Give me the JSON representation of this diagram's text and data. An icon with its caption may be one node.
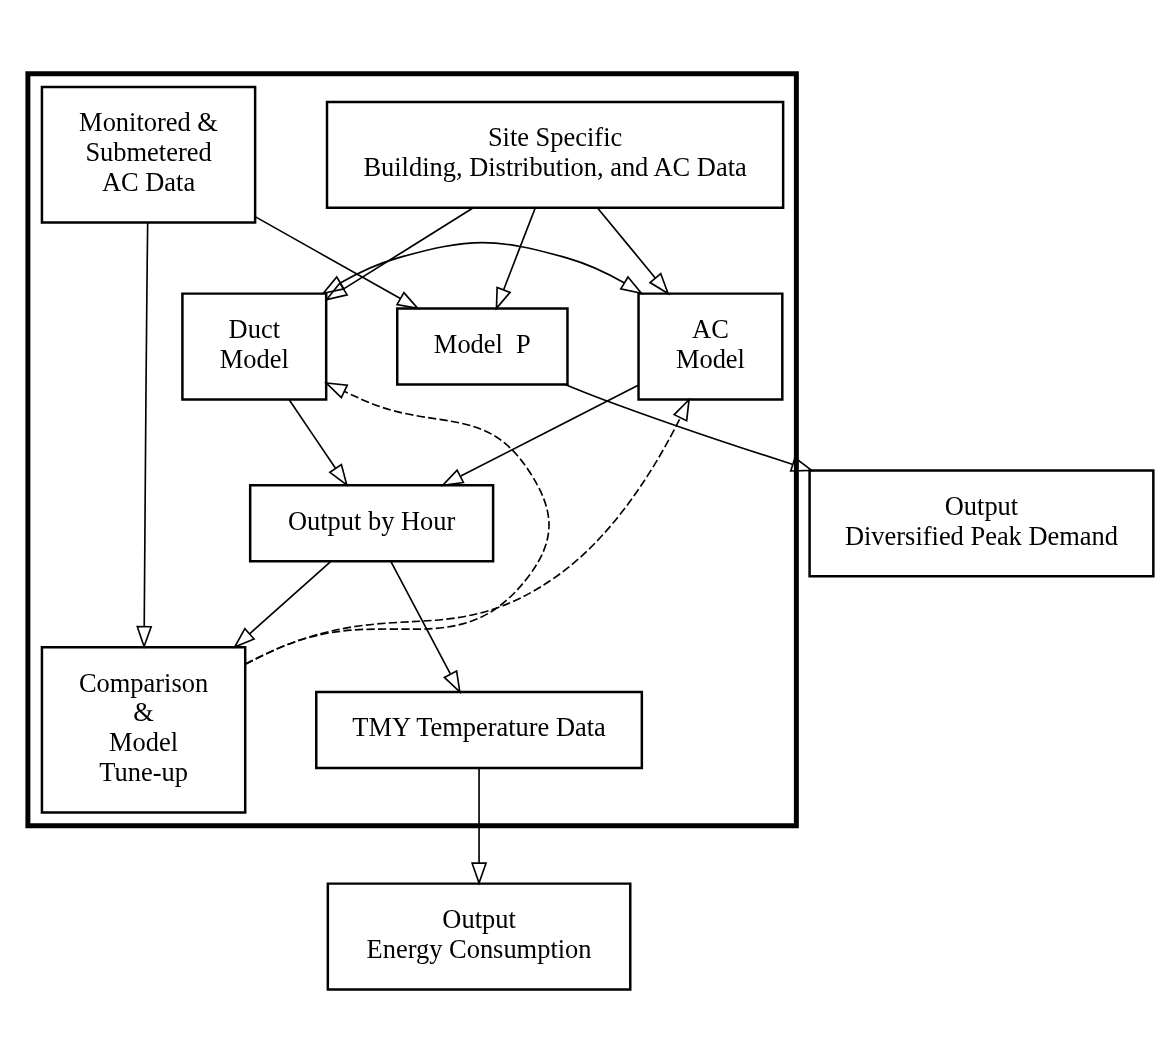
{
  "diagram": {
    "nodes": [
      {
        "text": [],
        "shape": "box"
      },
      {
        "text": [
          "Site Specific Building, Distribution, and AC Data"
        ],
        "in": 0
      },
      {
        "text": [
          "Duct Model"
        ],
        "in": 0
      },
      {
        "text": [
          "AC Model"
        ],
        "in": 0
      },
      {
        "text": [
          "Monitored & Submetered AC Data"
        ],
        "in": 0
      },
      {
        "text": [
          "Comparison & Model Tune-up"
        ],
        "in": 0
      },
      {
        "text": [
          "Output by Hour"
        ],
        "in": 0
      },
      {
        "text": [
          "TMY Temperature Data"
        ],
        "in": 0
      },
      {
        "text": [
          "Model  P"
        ],
        "in": 0
      },
      {
        "text": [
          "Output Energy Consumption"
        ]
      },
      {
        "text": [
          "Output Diversified Peak Demand"
        ]
      }
    ],
    "edges": [
      {
        "from": 1,
        "to": 2,
        "arrow": "to"
      },
      {
        "from": 1,
        "to": 3,
        "arrow": "to"
      },
      {
        "from": 1,
        "to": 8,
        "arrow": "to"
      },
      {
        "from": 2,
        "to": 3,
        "arrow": "both"
      },
      {
        "from": 2,
        "to": 6,
        "arrow": "to"
      },
      {
        "from": 3,
        "to": 6,
        "arrow": "to"
      },
      {
        "from": 4,
        "to": 5,
        "arrow": "to"
      },
      {
        "from": 4,
        "to": 8,
        "arrow": "to"
      },
      {
        "from": 5,
        "to": 2,
        "arrow": "to",
        "style": "dashed"
      },
      {
        "from": 5,
        "to": 3,
        "arrow": "to",
        "style": "dashed"
      },
      {
        "from": 6,
        "to": 5,
        "arrow": "to"
      },
      {
        "from": 6,
        "to": 7,
        "arrow": "to"
      },
      {
        "from": 7,
        "to": 9,
        "arrow": "to"
      },
      {
        "from": 8,
        "to": 10,
        "arrow": "to"
      }
    ]
  }
}
